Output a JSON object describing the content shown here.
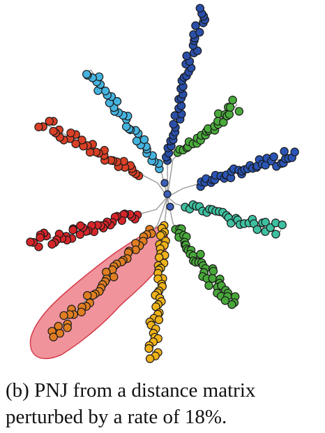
{
  "figure": {
    "type": "phylogenetic-tree",
    "node_stroke": "#1a1a1a",
    "edge_color": "#9a9a9a",
    "highlight_color": "#e8505e",
    "clades": [
      {
        "name": "blue-top",
        "color": "#2a4fa8",
        "count": 42
      },
      {
        "name": "cyan",
        "color": "#45b3df",
        "count": 34
      },
      {
        "name": "green-upper",
        "color": "#4aab3c",
        "count": 28
      },
      {
        "name": "red-upper",
        "color": "#d94026",
        "count": 34
      },
      {
        "name": "blue-right",
        "color": "#2a55b5",
        "count": 38
      },
      {
        "name": "teal",
        "color": "#3ec0a0",
        "count": 30
      },
      {
        "name": "red-lower",
        "color": "#d6262a",
        "count": 40
      },
      {
        "name": "orange-highlighted",
        "color": "#e07e22",
        "count": 40
      },
      {
        "name": "yellow",
        "color": "#f0b21a",
        "count": 44
      },
      {
        "name": "green-lower",
        "color": "#48a83a",
        "count": 42
      }
    ]
  },
  "caption": {
    "line1": "(b) PNJ from a distance matrix",
    "line2": "perturbed by a rate of 18%."
  }
}
